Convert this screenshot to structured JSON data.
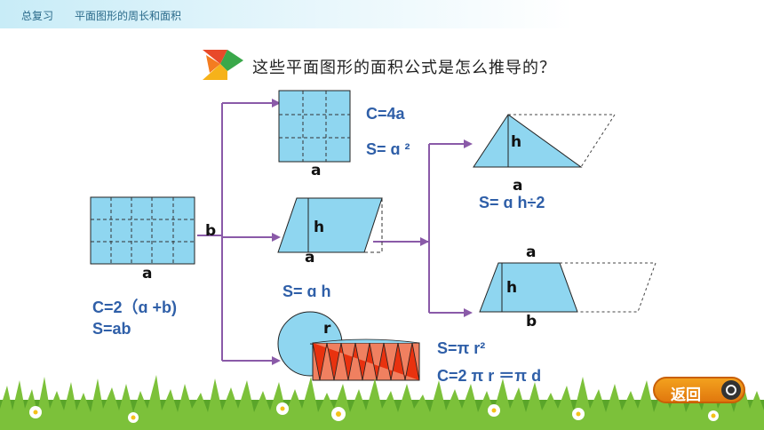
{
  "header": {
    "chapter": "总复习",
    "topic": "平面图形的周长和面积"
  },
  "question": "这些平面图形的面积公式是怎么推导的？",
  "rectangle": {
    "side_b": "b",
    "side_a": "a",
    "perimeter": "C=2（ɑ +b)",
    "area": "S=ab"
  },
  "square": {
    "perimeter": "C=4a",
    "area": "S= ɑ ²",
    "side": "a"
  },
  "parallelogram": {
    "height": "h",
    "base": "a",
    "area": "S= ɑ h"
  },
  "triangle": {
    "height": "h",
    "base": "a",
    "area": "S= ɑ h÷2"
  },
  "trapezoid": {
    "top": "a",
    "height": "h",
    "bottom": "b"
  },
  "circle": {
    "radius": "r",
    "area": "S=π r²",
    "perimeter": "C=2 π r ＝π d"
  },
  "back_button": {
    "label": "返回"
  },
  "colors": {
    "shape_fill": "#8fd6f0",
    "arrow": "#8a5aa8",
    "formula": "#2f5fa8",
    "red": "#e8320f"
  }
}
